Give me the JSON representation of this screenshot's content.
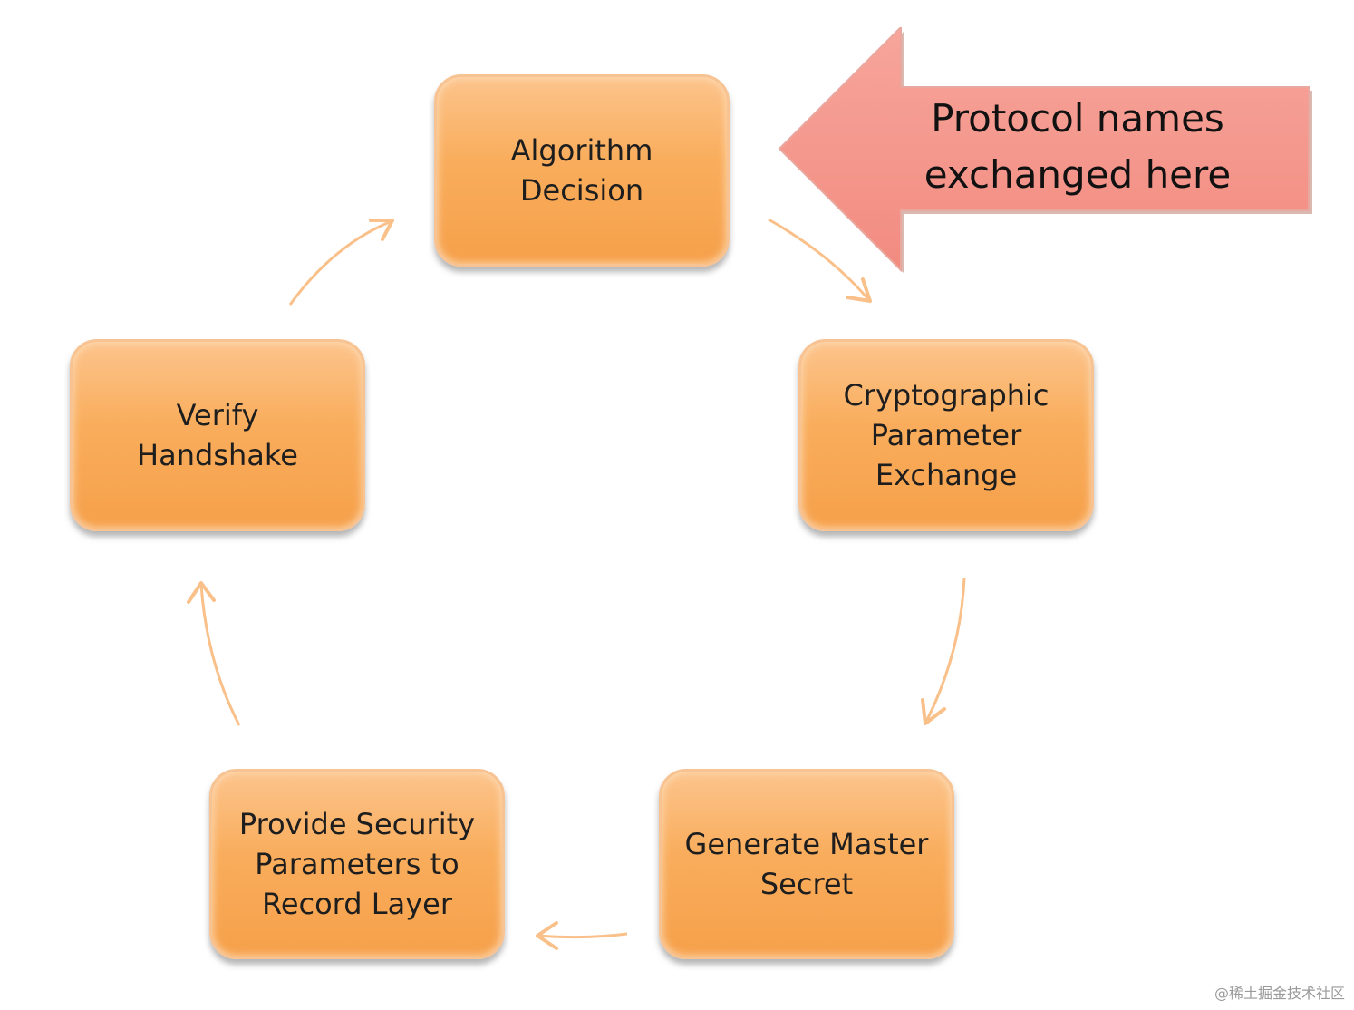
{
  "diagram": {
    "nodes": [
      {
        "id": "algorithm",
        "label": "Algorithm\nDecision"
      },
      {
        "id": "crypto",
        "label": "Cryptographic\nParameter\nExchange"
      },
      {
        "id": "master",
        "label": "Generate Master\nSecret"
      },
      {
        "id": "provide",
        "label": "Provide Security\nParameters to\nRecord Layer"
      },
      {
        "id": "verify",
        "label": "Verify\nHandshake"
      }
    ],
    "edges": [
      {
        "from": "algorithm",
        "to": "crypto"
      },
      {
        "from": "crypto",
        "to": "master"
      },
      {
        "from": "master",
        "to": "provide"
      },
      {
        "from": "provide",
        "to": "verify"
      },
      {
        "from": "verify",
        "to": "algorithm"
      }
    ],
    "callout": {
      "label": "Protocol names\nexchanged here",
      "points_to": "algorithm",
      "color": "#f4968c"
    },
    "node_color": "#f9ad5c",
    "arrow_color": "#f9c08a"
  },
  "watermark": "@稀土掘金技术社区"
}
